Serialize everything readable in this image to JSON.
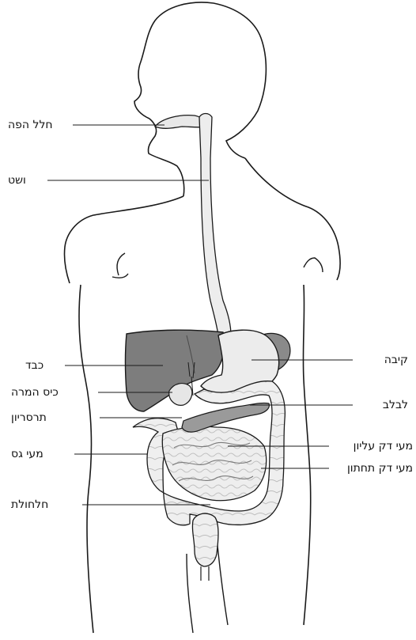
{
  "labels": {
    "oral_cavity": "חלל הפה",
    "esophagus": "ושט",
    "liver": "כבד",
    "gallbladder": "כיס המרה",
    "duodenum": "תרסריון",
    "large_intestine": "מעי גס",
    "appendix": "חלחולת",
    "stomach": "קיבה",
    "pancreas": "לבלב",
    "jejunum": "מעי דק עליון",
    "ileum": "מעי דק תחתון"
  },
  "colors": {
    "outline": "#1a1a1a",
    "liver_fill": "#7d7d7d",
    "organ_fill": "#ececec",
    "spleen_fill": "#8a8a8a",
    "pancreas_fill": "#9a9a9a"
  }
}
